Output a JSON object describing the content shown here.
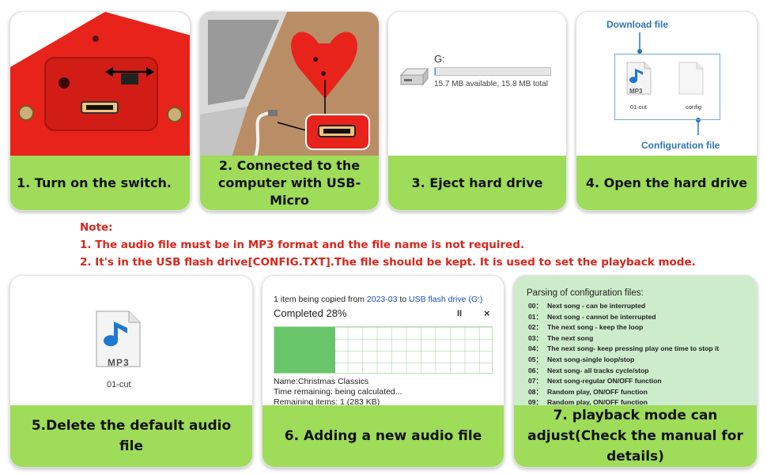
{
  "steps": [
    {
      "caption": "1. Turn on the switch."
    },
    {
      "caption": "2. Connected to the computer with USB-Micro"
    },
    {
      "caption": "3. Eject hard drive"
    },
    {
      "caption": "4. Open the hard drive"
    },
    {
      "caption": "5.Delete the default audio file"
    },
    {
      "caption": "6. Adding a new audio file"
    },
    {
      "caption": "7. playback mode can adjust(Check the manual for details)"
    }
  ],
  "note": {
    "heading": "Note:",
    "line1": "1. The audio file must be in MP3 format and the file name is not required.",
    "line2": "2. It's in the USB flash drive[CONFIG.TXT].The file should be kept. It is used to set the playback mode."
  },
  "drive": {
    "letter": "G:",
    "space_text": "15.7 MB available, 15.8 MB total",
    "used_fraction": 0.006
  },
  "explorer": {
    "download_label": "Download file",
    "config_label": "Configuration file",
    "mp3_badge": "MP3",
    "file1": "01-cut",
    "file2": "config"
  },
  "delete": {
    "mp3_badge": "MP3",
    "file_name": "01-cut"
  },
  "copy": {
    "line_prefix": "1 item being copied from ",
    "source": "2023-03",
    "to_text": " to ",
    "dest": "USB flash drive (G:)",
    "completed": "Completed 28%",
    "percent": 28,
    "pause_symbol": "II",
    "close_symbol": "×",
    "name_line": "Name:Christmas Classics",
    "time_line": "Time remaining: being calculated...",
    "items_line": "Remaining items: 1 (283 KB)"
  },
  "config": {
    "title": "Parsing of configuration files:",
    "items": [
      {
        "code": "00：",
        "text": "Next song - can be interrupted"
      },
      {
        "code": "01：",
        "text": "Next song - cannot be interrupted"
      },
      {
        "code": "02：",
        "text": "The next song - keep the loop"
      },
      {
        "code": "03：",
        "text": "The next song"
      },
      {
        "code": "04：",
        "text": "The next song- keep pressing play one time to stop it"
      },
      {
        "code": "05：",
        "text": "Next song-single loop/stop"
      },
      {
        "code": "06：",
        "text": "Next song- all tracks cycle/stop"
      },
      {
        "code": "07：",
        "text": "Next song-regular ON/OFF function"
      },
      {
        "code": "08：",
        "text": "Random play, ON/OFF function"
      },
      {
        "code": "09：",
        "text": "Random play, ON/OFF function"
      }
    ]
  },
  "colors": {
    "caption_green": "#9edc59",
    "note_red": "#d9261c",
    "device_red": "#e8231b",
    "link_blue": "#2f75b5",
    "progress_green": "#69c569",
    "drive_blue": "#26a0da"
  }
}
